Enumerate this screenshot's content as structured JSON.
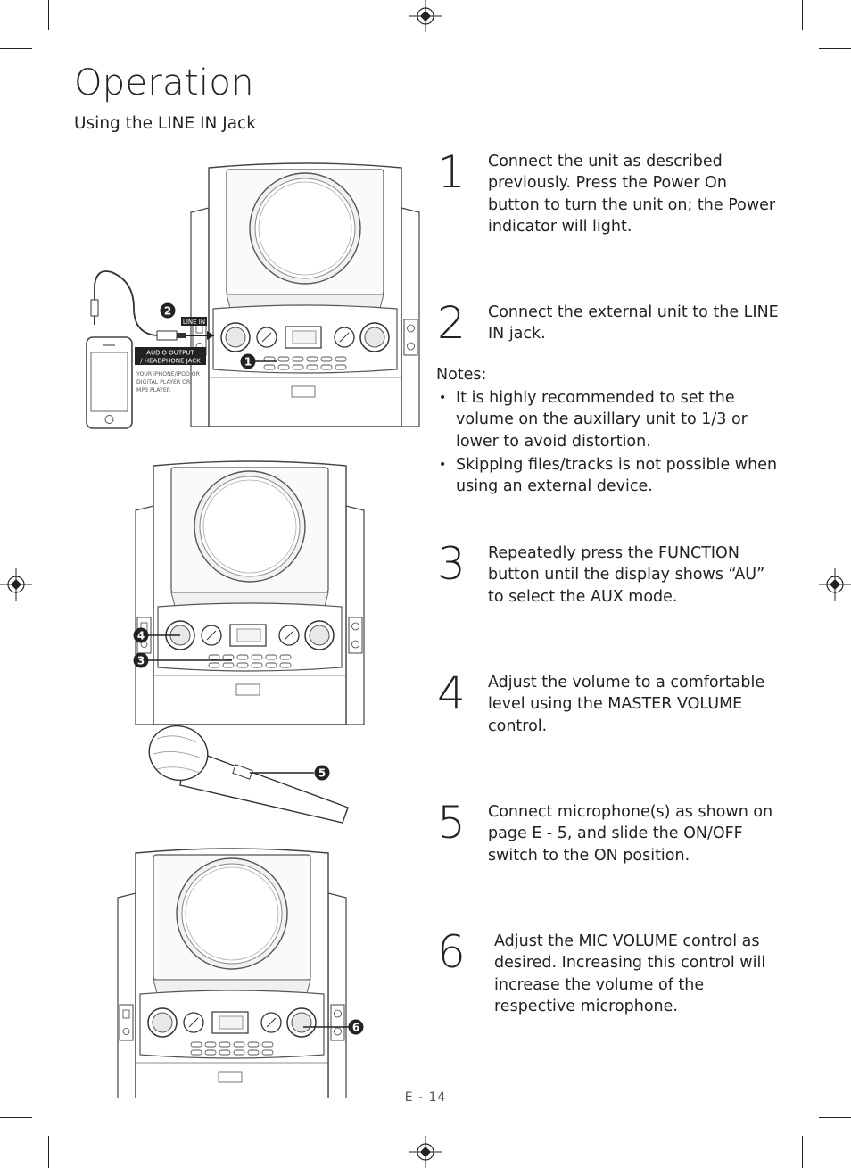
{
  "page": {
    "title": "Operation",
    "subtitle": "Using the LINE IN Jack",
    "page_number": "E - 14"
  },
  "steps": [
    {
      "number": "1",
      "text": "Connect the unit as described previously. Press the Power On button to turn the unit on; the Power indicator will light."
    },
    {
      "number": "2",
      "text": "Connect the external unit to the LINE IN jack."
    },
    {
      "number": "3",
      "text": "Repeatedly press the FUNCTION button until the display shows “AU” to select the AUX mode."
    },
    {
      "number": "4",
      "text": "Adjust the volume to a comfortable level using the MASTER VOLUME control."
    },
    {
      "number": "5",
      "text": "Connect microphone(s) as shown on page E - 5, and slide the ON/OFF switch to the ON position."
    },
    {
      "number": "6",
      "text": "Adjust the MIC VOLUME control as desired. Increasing this control will increase the volume of the respective microphone."
    }
  ],
  "notes": {
    "heading": "Notes:",
    "items": [
      "It is highly recommended to set the volume on the auxillary unit to 1/3 or lower to avoid distortion.",
      "Skipping files/tracks is not possible when using an external device."
    ]
  },
  "figure": {
    "line_in_label": "LINE IN",
    "audio_output_label_line1": "AUDIO OUTPUT",
    "audio_output_label_line2": "/ HEADPHONE JACK",
    "device_caption_line1": "YOUR iPHONE/iPOD OR",
    "device_caption_line2": "DIGITAL PLAYER OR",
    "device_caption_line3": "MP3 PLAYER",
    "callouts": [
      "1",
      "2",
      "3",
      "4",
      "5",
      "6"
    ]
  }
}
